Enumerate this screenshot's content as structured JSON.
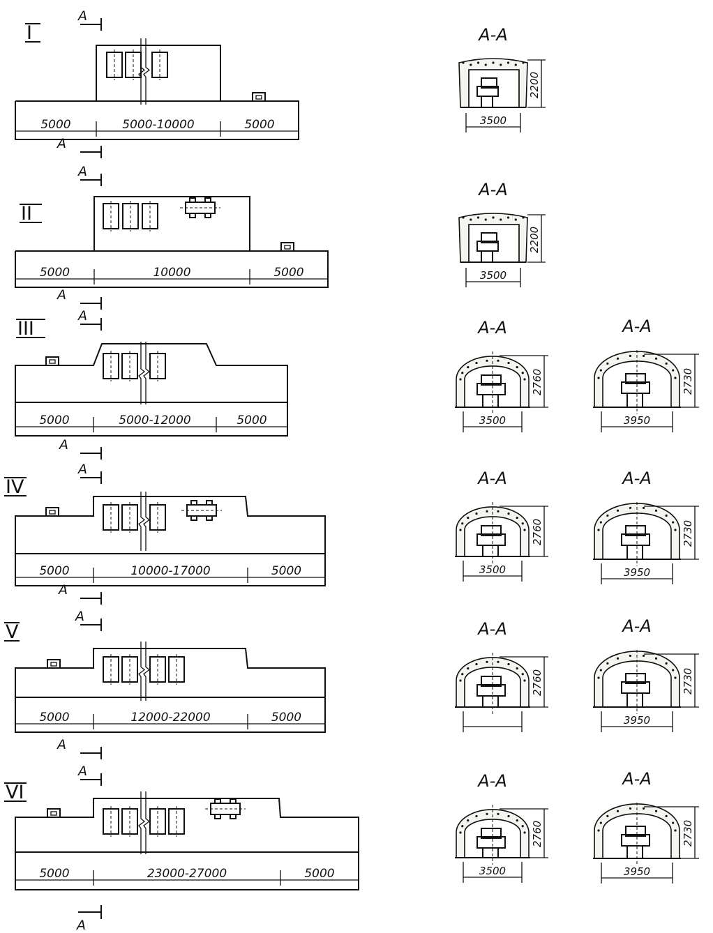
{
  "plans": [
    {
      "numeral": "I",
      "dims": [
        "5000",
        "5000-10000",
        "5000"
      ],
      "cut_mark": "A"
    },
    {
      "numeral": "II",
      "dims": [
        "5000",
        "10000",
        "5000"
      ],
      "cut_mark": "A"
    },
    {
      "numeral": "III",
      "dims": [
        "5000",
        "5000-12000",
        "5000"
      ],
      "cut_mark": "A"
    },
    {
      "numeral": "IV",
      "dims": [
        "5000",
        "10000-17000",
        "5000"
      ],
      "cut_mark": "A"
    },
    {
      "numeral": "V",
      "dims": [
        "5000",
        "12000-22000",
        "5000"
      ],
      "cut_mark": "A"
    },
    {
      "numeral": "VI",
      "dims": [
        "5000",
        "23000-27000",
        "5000"
      ],
      "cut_mark": "A"
    }
  ],
  "sections": [
    {
      "title": "A-A",
      "width": "3500",
      "height": "2200"
    },
    {
      "title": "A-A",
      "width": "3500",
      "height": "2200"
    },
    {
      "title": "A-A",
      "width": "3500",
      "height": "2760"
    },
    {
      "title": "A-A",
      "width": "3950",
      "height": "2730"
    },
    {
      "title": "A-A",
      "width": "3500",
      "height": "2760"
    },
    {
      "title": "A-A",
      "width": "3950",
      "height": "2730"
    },
    {
      "title": "A-A",
      "width": "",
      "height": "2760"
    },
    {
      "title": "A-A",
      "width": "3950",
      "height": "2730"
    },
    {
      "title": "A-A",
      "width": "3500",
      "height": "2760"
    },
    {
      "title": "A-A",
      "width": "3950",
      "height": "2730"
    }
  ],
  "bottom_cut_mark": "A"
}
